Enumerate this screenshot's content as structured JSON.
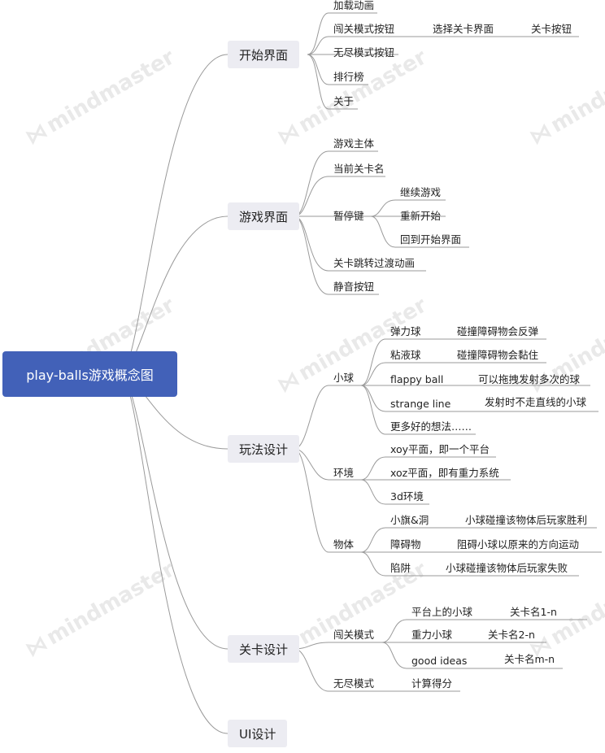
{
  "root": "play-balls游戏概念图",
  "watermark": "mindmaster",
  "start": {
    "title": "开始界面",
    "items": [
      "加载动画",
      "闯关模式按钮",
      "无尽模式按钮",
      "排行榜",
      "关于"
    ],
    "level_select": "选择关卡界面",
    "level_button": "关卡按钮"
  },
  "game": {
    "title": "游戏界面",
    "items": [
      "游戏主体",
      "当前关卡名",
      "暂停键",
      "关卡跳转过渡动画",
      "静音按钮"
    ],
    "pause": [
      "继续游戏",
      "重新开始",
      "回到开始界面"
    ]
  },
  "play": {
    "title": "玩法设计",
    "ball": {
      "label": "小球",
      "types": [
        {
          "name": "弹力球",
          "desc": "碰撞障碍物会反弹"
        },
        {
          "name": "粘液球",
          "desc": "碰撞障碍物会黏住"
        },
        {
          "name": "flappy ball",
          "desc": "可以拖拽发射多次的球"
        },
        {
          "name": "strange line",
          "desc": "发射时不走直线的小球"
        },
        {
          "name": "更多好的想法……",
          "desc": ""
        }
      ]
    },
    "env": {
      "label": "环境",
      "types": [
        "xoy平面，即一个平台",
        "xoz平面，即有重力系统",
        "3d环境"
      ]
    },
    "obj": {
      "label": "物体",
      "types": [
        {
          "name": "小旗&洞",
          "desc": "小球碰撞该物体后玩家胜利"
        },
        {
          "name": "障碍物",
          "desc": "阻碍小球以原来的方向运动"
        },
        {
          "name": "陷阱",
          "desc": "小球碰撞该物体后玩家失败"
        }
      ]
    }
  },
  "level": {
    "title": "关卡设计",
    "challenge": {
      "label": "闯关模式",
      "levels": [
        {
          "name": "平台上的小球",
          "level": "关卡名1-n"
        },
        {
          "name": "重力小球",
          "level": "关卡名2-n"
        },
        {
          "name": "good ideas",
          "level": "关卡名m-n"
        }
      ]
    },
    "endless": {
      "label": "无尽模式",
      "score": "计算得分"
    }
  },
  "ui": {
    "title": "UI设计"
  }
}
